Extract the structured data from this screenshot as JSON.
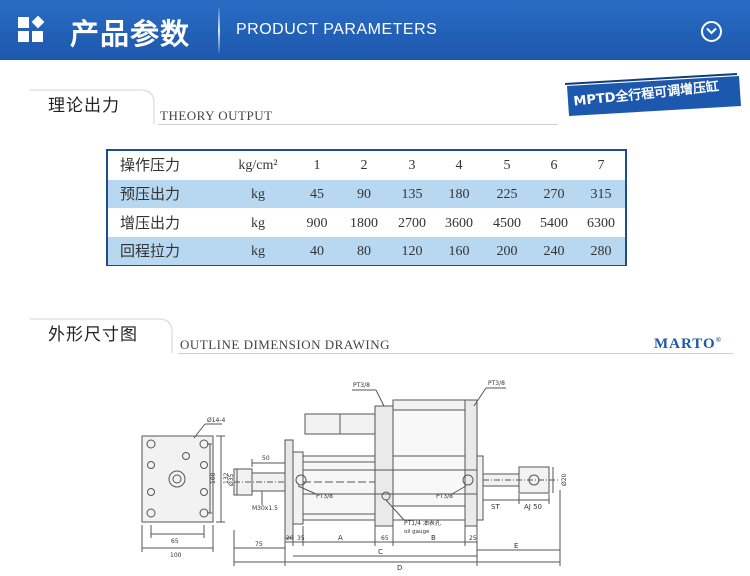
{
  "header": {
    "title": "产品参数",
    "subtitle": "PRODUCT PARAMETERS"
  },
  "theory": {
    "title_cn": "理论出力",
    "title_en": "THEORY OUTPUT",
    "model": "MPTD全行程可调增压缸"
  },
  "params": {
    "rows": [
      {
        "label": "操作压力",
        "unit": "kg/cm²",
        "values": [
          "1",
          "2",
          "3",
          "4",
          "5",
          "6",
          "7"
        ]
      },
      {
        "label": "预压出力",
        "unit": "kg",
        "values": [
          "45",
          "90",
          "135",
          "180",
          "225",
          "270",
          "315"
        ]
      },
      {
        "label": "增压出力",
        "unit": "kg",
        "values": [
          "900",
          "1800",
          "2700",
          "3600",
          "4500",
          "5400",
          "6300"
        ]
      },
      {
        "label": "回程拉力",
        "unit": "kg",
        "values": [
          "40",
          "80",
          "120",
          "160",
          "200",
          "240",
          "280"
        ]
      }
    ]
  },
  "outline": {
    "title_cn": "外形尺寸图",
    "title_en": "OUTLINE DIMENSION DRAWING",
    "brand": "MARTO",
    "brand_mark": "®"
  },
  "drawing": {
    "port_left": "PT3/8",
    "port_right": "PT3/8",
    "port_inner_left": "PT3/8",
    "port_inner_right": "PT3/8",
    "oil_port": "PT1/4 油表孔",
    "oil_gauge": "oil gauge",
    "hole": "Ø14-4",
    "thread": "M30x1.5",
    "d_rod": "Ø35",
    "d_bore": "Ø20",
    "dim_132": "132",
    "dim_100_v": "100",
    "dim_65_h": "65",
    "dim_100_h": "100",
    "dim_50": "50",
    "dim_75": "75",
    "dim_20": "20",
    "dim_35": "35",
    "dim_A": "A",
    "dim_65": "65",
    "dim_B": "B",
    "dim_C": "C",
    "dim_D": "D",
    "dim_25": "25",
    "dim_E": "E",
    "dim_ST": "ST",
    "dim_AJ": "AJ 50"
  }
}
